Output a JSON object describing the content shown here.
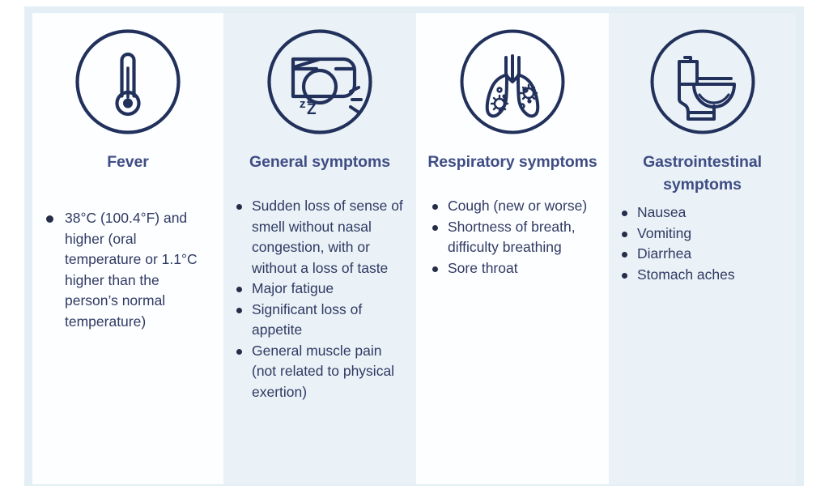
{
  "theme": {
    "page_background": "#ffffff",
    "frame_background": "#e3eff5",
    "column_white": "#fdfeff",
    "column_blue": "#eaf2f7",
    "title_color": "#3f4d84",
    "body_text_color": "#2f3a63",
    "icon_color": "#22315c"
  },
  "columns": [
    {
      "id": "fever",
      "icon": "thermometer-icon",
      "title": "Fever",
      "bullets": [
        "38°C (100.4°F) and higher (oral temperature or 1.1°C higher than the person’s normal temperature)"
      ]
    },
    {
      "id": "general",
      "icon": "sleeping-head-pillow-icon",
      "title": "General symptoms",
      "bullets": [
        "Sudden loss of sense of smell without nasal congestion, with or without a loss of taste",
        "Major fatigue",
        "Significant loss of appetite",
        "General muscle pain (not related to physical exertion)"
      ]
    },
    {
      "id": "respiratory",
      "icon": "lungs-virus-icon",
      "title": "Respiratory symptoms",
      "bullets": [
        "Cough (new or worse)",
        "Shortness of breath, difficulty breathing",
        "Sore throat"
      ]
    },
    {
      "id": "gastrointestinal",
      "icon": "toilet-icon",
      "title": "Gastrointestinal symptoms",
      "bullets": [
        "Nausea",
        "Vomiting",
        "Diarrhea",
        "Stomach aches"
      ]
    }
  ]
}
